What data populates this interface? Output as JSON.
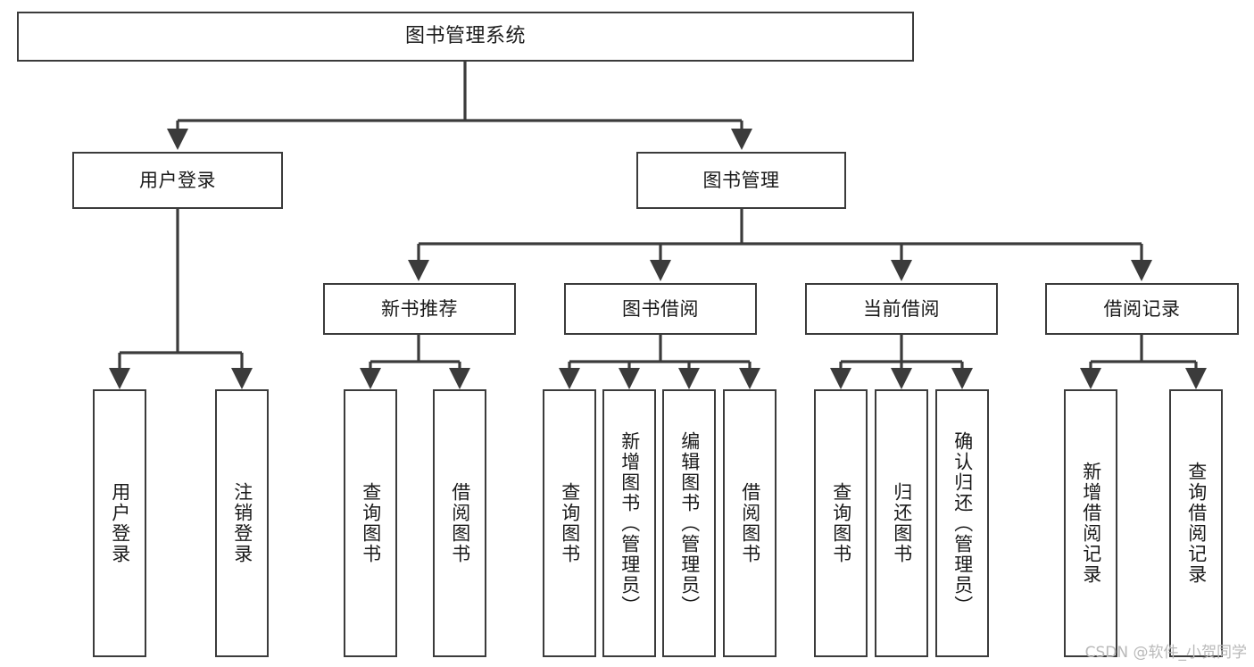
{
  "diagram": {
    "title": "图书管理系统",
    "type": "tree-hierarchy-chart",
    "orientation": "top-down",
    "colors": {
      "node_border": "#3b3b3b",
      "node_fill": "#ffffff",
      "edge": "#3b3b3b",
      "text": "#1a1a1a",
      "background": "#ffffff",
      "watermark": "#b9b9b9"
    }
  },
  "nodes": {
    "root": {
      "label": "图书管理系统"
    },
    "level1": [
      {
        "id": "user-login",
        "label": "用户登录"
      },
      {
        "id": "book-management",
        "label": "图书管理"
      }
    ],
    "level2": [
      {
        "id": "new-book-recommend",
        "label": "新书推荐"
      },
      {
        "id": "book-borrow",
        "label": "图书借阅"
      },
      {
        "id": "current-borrow",
        "label": "当前借阅"
      },
      {
        "id": "borrow-record",
        "label": "借阅记录"
      }
    ],
    "leaves": {
      "user_login": [
        {
          "id": "leaf-user-login",
          "label": "用户登录"
        },
        {
          "id": "leaf-logout-login",
          "label": "注销登录"
        }
      ],
      "new_book_recommend": [
        {
          "id": "leaf-query-book-1",
          "label": "查询图书"
        },
        {
          "id": "leaf-borrow-book-1",
          "label": "借阅图书"
        }
      ],
      "book_borrow": [
        {
          "id": "leaf-query-book-2",
          "label": "查询图书"
        },
        {
          "id": "leaf-add-book",
          "label": "新增图书（管理员）"
        },
        {
          "id": "leaf-edit-book",
          "label": "编辑图书（管理员）"
        },
        {
          "id": "leaf-borrow-book-2",
          "label": "借阅图书"
        }
      ],
      "current_borrow": [
        {
          "id": "leaf-query-book-3",
          "label": "查询图书"
        },
        {
          "id": "leaf-return-book",
          "label": "归还图书"
        },
        {
          "id": "leaf-confirm-return",
          "label": "确认归还（管理员）"
        }
      ],
      "borrow_record": [
        {
          "id": "leaf-add-record",
          "label": "新增借阅记录"
        },
        {
          "id": "leaf-query-record",
          "label": "查询借阅记录"
        }
      ]
    }
  },
  "watermark": {
    "text": "CSDN @软件_小贺同学"
  }
}
